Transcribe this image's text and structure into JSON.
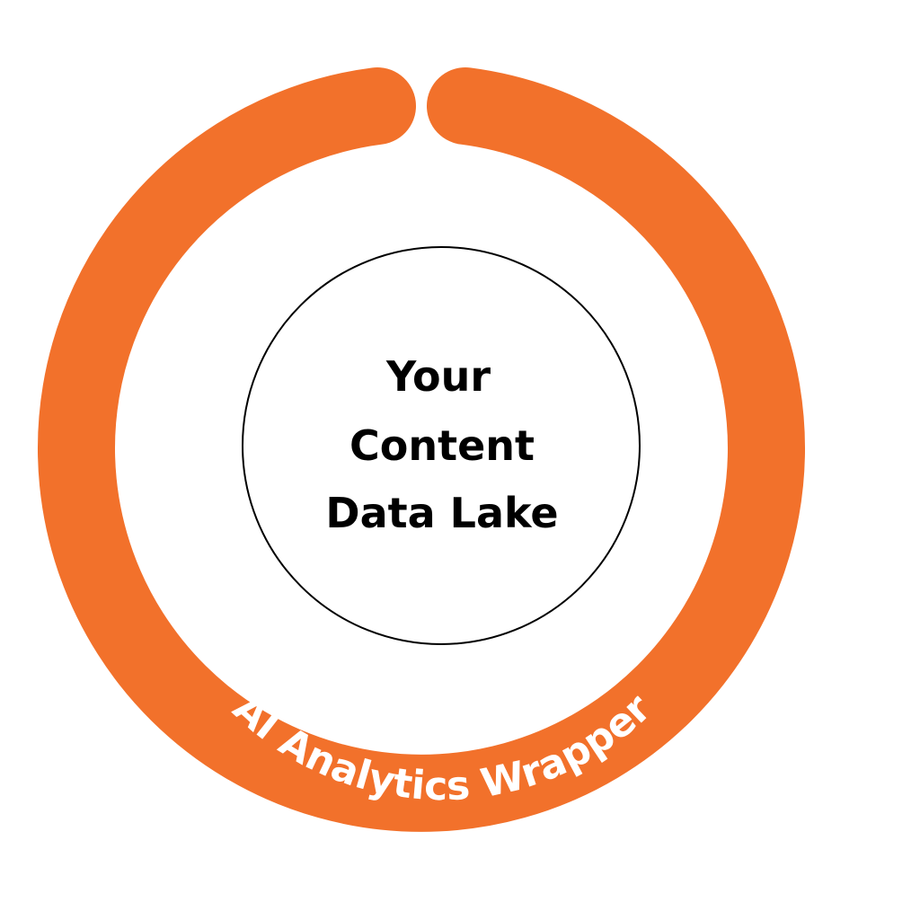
{
  "diagram": {
    "outer_ring": {
      "label": "AI Analytics Wrapper",
      "color": "#F2712B",
      "label_color": "#FFFFFF"
    },
    "inner_circle": {
      "lines": [
        "Your",
        "Content",
        "Data Lake"
      ],
      "fill": "#FFFFFF",
      "stroke": "#000000",
      "text_color": "#000000"
    },
    "background": "#FFFFFF"
  }
}
